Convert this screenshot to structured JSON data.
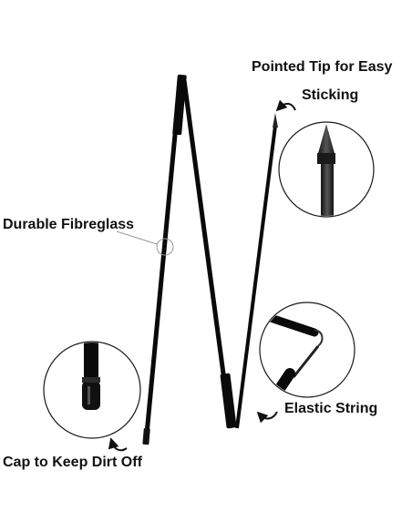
{
  "labels": {
    "pointed_tip_line1": "Pointed Tip for Easy",
    "pointed_tip_line2": "Sticking",
    "durable": "Durable Fibreglass",
    "elastic": "Elastic String",
    "cap": "Cap to Keep Dirt Off"
  },
  "colors": {
    "rod": "#0a0a0a",
    "background": "#ffffff",
    "circle_outline": "#1a1a1a",
    "label_text": "#111111"
  },
  "icons": [
    "curved-arrow-icon"
  ]
}
